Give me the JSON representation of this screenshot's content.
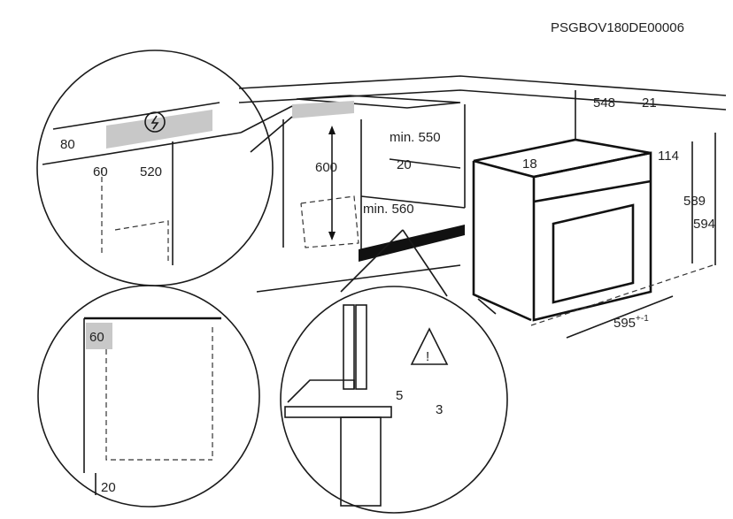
{
  "drawing_code": "PSGBOV180DE00006",
  "oven": {
    "depth": "548",
    "door_offset": "21",
    "top_gap": "18",
    "panel_height": "114",
    "body_height": "589",
    "total_height": "594",
    "width": "595",
    "width_tolerance": "+-1"
  },
  "cabinet": {
    "min_width": "min. 550",
    "rear_gap": "20",
    "height": "600",
    "min_depth": "min. 560"
  },
  "detail_socket": {
    "height": "80",
    "depth": "60",
    "clearance": "520",
    "symbol": "electric-socket-icon"
  },
  "detail_side": {
    "depth": "60",
    "width": "20"
  },
  "detail_bottom": {
    "gap_a": "5",
    "gap_b": "3",
    "symbol": "warning-icon"
  }
}
